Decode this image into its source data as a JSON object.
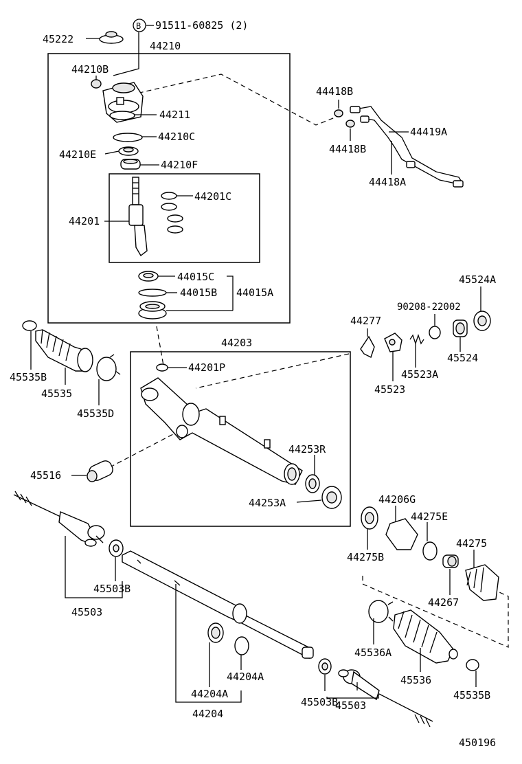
{
  "labels": {
    "p45222": "45222",
    "bolt_symbol": "B",
    "bolt_number": "91511-60825 (2)",
    "p44210": "44210",
    "p44210B": "44210B",
    "p44211": "44211",
    "p44210C": "44210C",
    "p44210E": "44210E",
    "p44210F": "44210F",
    "p44201": "44201",
    "p44201C": "44201C",
    "p44015C": "44015C",
    "p44015B": "44015B",
    "p44015A": "44015A",
    "p44418B_top": "44418B",
    "p44418B_bottom": "44418B",
    "p44419A": "44419A",
    "p44418A": "44418A",
    "p45524A": "45524A",
    "p90208": "90208-22002",
    "p44277": "44277",
    "p45524": "45524",
    "p45523A": "45523A",
    "p45523": "45523",
    "p45535B_left": "45535B",
    "p45535": "45535",
    "p45535D": "45535D",
    "p44203": "44203",
    "p44201P": "44201P",
    "p44253R": "44253R",
    "p44253A": "44253A",
    "p45516": "45516",
    "p44206G": "44206G",
    "p44275E": "44275E",
    "p44275B": "44275B",
    "p44275": "44275",
    "p44267": "44267",
    "p45503B_left": "45503B",
    "p45503_left": "45503",
    "p45536A": "45536A",
    "p45536": "45536",
    "p45535B_right": "45535B",
    "p44204A_right": "44204A",
    "p44204A_left": "44204A",
    "p44204": "44204",
    "p45503B_right": "45503B",
    "p45503_right": "45503",
    "figure_number": "450196"
  }
}
